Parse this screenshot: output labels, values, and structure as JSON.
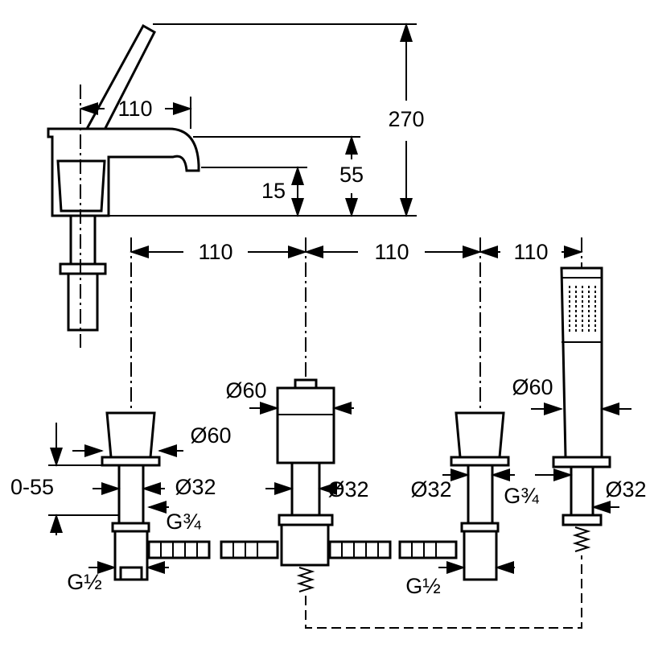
{
  "dimensions": {
    "top_spout_reach": "110",
    "total_height": "270",
    "spout_height": "55",
    "spout_offset": "15",
    "spacing_1": "110",
    "spacing_2": "110",
    "spacing_3": "110",
    "left_valve_cap_dia": "Ø60",
    "left_valve_stem_dia": "Ø32",
    "left_valve_thread": "G¾",
    "left_valve_range": "0-55",
    "left_valve_outlet": "G½",
    "spout_body_dia": "Ø60",
    "spout_stem_dia": "Ø32",
    "right_valve_stem_dia": "Ø32",
    "right_valve_outlet": "G½",
    "shower_head_dia": "Ø60",
    "shower_thread": "G¾",
    "shower_stem_dia": "Ø32"
  }
}
